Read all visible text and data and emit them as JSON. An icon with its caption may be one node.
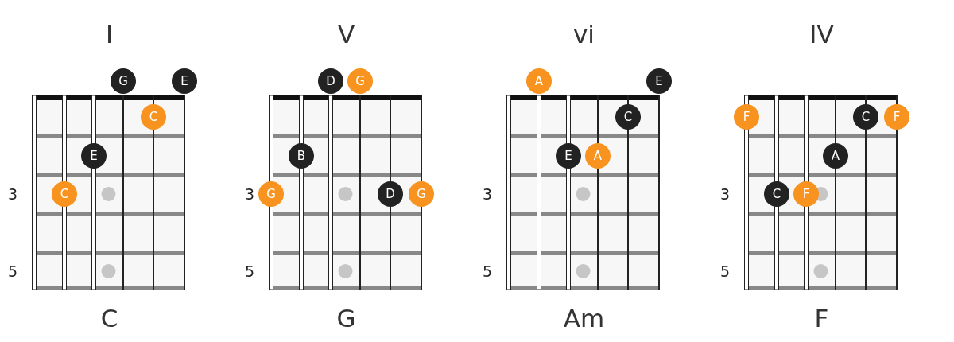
{
  "diagram": {
    "nodes": [
      {
        "text": [
          "I",
          "C"
        ]
      },
      {
        "text": [
          "G"
        ]
      },
      {
        "text": [
          "E"
        ]
      },
      {
        "text": [
          "C"
        ],
        "in": 0
      },
      {
        "text": [
          "E"
        ],
        "in": 0
      },
      {
        "text": [
          "C"
        ],
        "in": 0
      },
      {
        "text": [
          "V",
          "G"
        ]
      },
      {
        "text": [
          "D"
        ]
      },
      {
        "text": [
          "G"
        ]
      },
      {
        "text": [
          "B"
        ],
        "in": 6
      },
      {
        "text": [
          "G"
        ],
        "in": 6
      },
      {
        "text": [
          "D"
        ],
        "in": 6
      },
      {
        "text": [
          "G"
        ],
        "in": 6
      },
      {
        "text": [
          "vi",
          "Am"
        ]
      },
      {
        "text": [
          "A"
        ]
      },
      {
        "text": [
          "E"
        ]
      },
      {
        "text": [
          "C"
        ],
        "in": 13
      },
      {
        "text": [
          "E"
        ],
        "in": 13
      },
      {
        "text": [
          "A"
        ],
        "in": 13
      },
      {
        "text": [
          "IV",
          "F"
        ]
      },
      {
        "text": [
          "F"
        ],
        "in": 19
      },
      {
        "text": [
          "C"
        ],
        "in": 19
      },
      {
        "text": [
          "F"
        ],
        "in": 19
      },
      {
        "text": [
          "A"
        ],
        "in": 19
      },
      {
        "text": [
          "C"
        ],
        "in": 19
      },
      {
        "text": [
          "F"
        ],
        "in": 19
      }
    ],
    "labels": [
      "3",
      "3",
      "3",
      "3",
      "5",
      "5",
      "5",
      "5"
    ]
  }
}
